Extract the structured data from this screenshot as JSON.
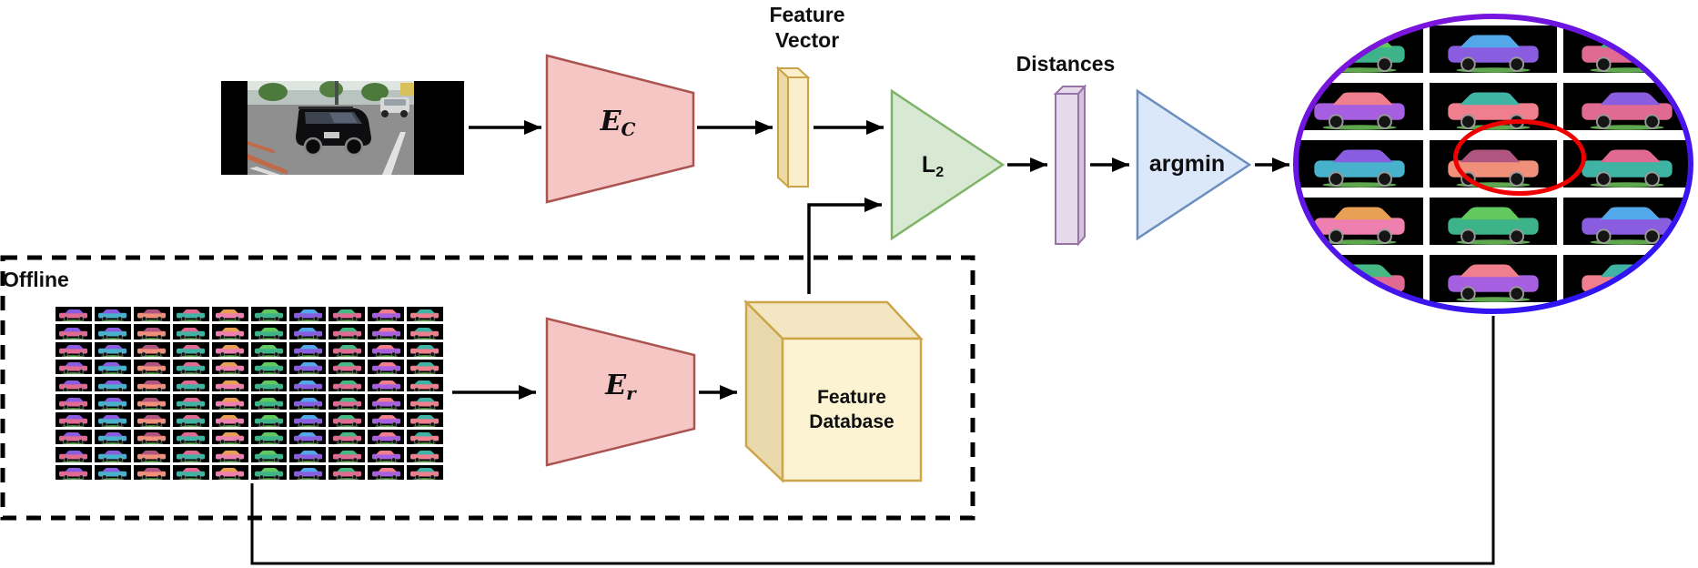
{
  "labels": {
    "feature_vector": {
      "line1": "Feature",
      "line2": "Vector"
    },
    "distances": "Distances",
    "offline": "Offline",
    "argmin": "argmin",
    "feature_database": {
      "line1": "Feature",
      "line2": "Database"
    },
    "encoder_camera": {
      "base": "E",
      "sub": "C"
    },
    "encoder_renders": {
      "base": "E",
      "sub": "r"
    },
    "l2_distance": {
      "base": "L",
      "sub": "2"
    }
  },
  "colors": {
    "encoder_fill": "#f5c6c4",
    "encoder_stroke": "#ab5350",
    "vector_fill": "#fbeeca",
    "vector_side": "#ecd9a4",
    "vector_stroke": "#c9a34b",
    "l2_fill": "#d7e9d3",
    "l2_stroke": "#7fb367",
    "distances_fill": "#e5d9ea",
    "distances_side": "#d5c3de",
    "distances_stroke": "#9673a6",
    "argmin_fill": "#dbe8fa",
    "argmin_stroke": "#6c8ebf",
    "cube_front": "#fcf3d3",
    "cube_top": "#f3e6c3",
    "cube_side": "#e9d9ad",
    "cube_stroke": "#cda64a",
    "result_ring_top": "#8a15d8",
    "result_ring_bottom": "#2f15f2",
    "highlight_ring": "#ee0000",
    "line_color": "#000000"
  },
  "offline_grid": {
    "rows": 10,
    "cols": 10
  },
  "result_grid": {
    "rows": 5,
    "cols": 3,
    "highlight_row": 2,
    "highlight_col": 1
  },
  "thumb_palette": [
    [
      "#e06a92",
      "#8a5ce0"
    ],
    [
      "#3fb3a4",
      "#e06a92"
    ],
    [
      "#8a5ce0",
      "#52a8e8"
    ],
    [
      "#ef7f8d",
      "#3fb3a4"
    ],
    [
      "#f08f7a",
      "#b05480"
    ],
    [
      "#3cb389",
      "#62c95e"
    ],
    [
      "#a65fe0",
      "#ef7f8d"
    ],
    [
      "#48b2cc",
      "#8a5ce0"
    ],
    [
      "#ef7fae",
      "#e8a055"
    ],
    [
      "#e06a92",
      "#45b883"
    ]
  ]
}
